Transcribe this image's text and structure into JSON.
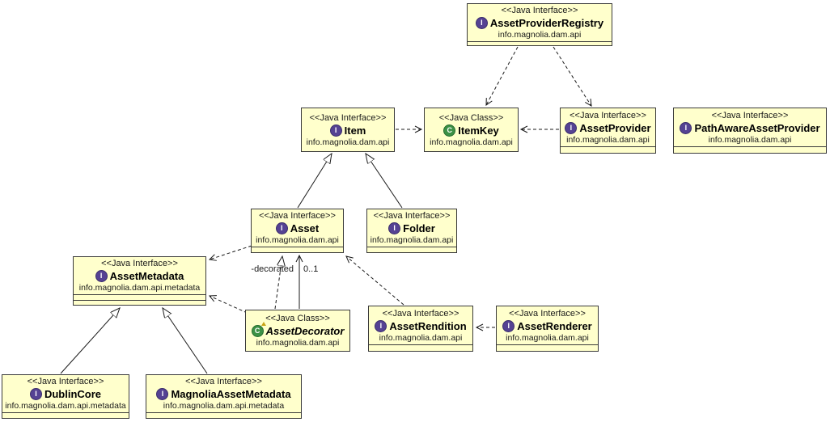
{
  "colors": {
    "canvas_bg": "#ffffff",
    "node_fill": "#ffffcc",
    "node_border": "#3a3a3a",
    "edge_color": "#1a1a1a",
    "interface_icon": "#554293",
    "class_icon": "#3c9146"
  },
  "edge_labels": {
    "decorated": "-decorated",
    "multiplicity": "0..1"
  },
  "nodes": {
    "assetProviderRegistry": {
      "stereotype": "<<Java Interface>>",
      "icon_letter": "I",
      "name": "AssetProviderRegistry",
      "package": "info.magnolia.dam.api"
    },
    "item": {
      "stereotype": "<<Java Interface>>",
      "icon_letter": "I",
      "name": "Item",
      "package": "info.magnolia.dam.api"
    },
    "itemKey": {
      "stereotype": "<<Java Class>>",
      "icon_letter": "C",
      "name": "ItemKey",
      "package": "info.magnolia.dam.api"
    },
    "assetProvider": {
      "stereotype": "<<Java Interface>>",
      "icon_letter": "I",
      "name": "AssetProvider",
      "package": "info.magnolia.dam.api"
    },
    "pathAwareAssetProvider": {
      "stereotype": "<<Java Interface>>",
      "icon_letter": "I",
      "name": "PathAwareAssetProvider",
      "package": "info.magnolia.dam.api"
    },
    "asset": {
      "stereotype": "<<Java Interface>>",
      "icon_letter": "I",
      "name": "Asset",
      "package": "info.magnolia.dam.api"
    },
    "folder": {
      "stereotype": "<<Java Interface>>",
      "icon_letter": "I",
      "name": "Folder",
      "package": "info.magnolia.dam.api"
    },
    "assetMetadata": {
      "stereotype": "<<Java Interface>>",
      "icon_letter": "I",
      "name": "AssetMetadata",
      "package": "info.magnolia.dam.api.metadata"
    },
    "assetDecorator": {
      "stereotype": "<<Java Class>>",
      "icon_letter": "C",
      "name": "AssetDecorator",
      "package": "info.magnolia.dam.api"
    },
    "assetRendition": {
      "stereotype": "<<Java Interface>>",
      "icon_letter": "I",
      "name": "AssetRendition",
      "package": "info.magnolia.dam.api"
    },
    "assetRenderer": {
      "stereotype": "<<Java Interface>>",
      "icon_letter": "I",
      "name": "AssetRenderer",
      "package": "info.magnolia.dam.api"
    },
    "dublinCore": {
      "stereotype": "<<Java Interface>>",
      "icon_letter": "I",
      "name": "DublinCore",
      "package": "info.magnolia.dam.api.metadata"
    },
    "magnoliaAssetMetadata": {
      "stereotype": "<<Java Interface>>",
      "icon_letter": "I",
      "name": "MagnoliaAssetMetadata",
      "package": "info.magnolia.dam.api.metadata"
    }
  },
  "edges": [
    {
      "from": "assetProviderRegistry",
      "to": "itemKey",
      "type": "dependency",
      "points": [
        [
          640,
          58
        ],
        [
          601,
          130
        ]
      ]
    },
    {
      "from": "assetProviderRegistry",
      "to": "assetProvider",
      "type": "dependency",
      "points": [
        [
          684,
          58
        ],
        [
          731,
          131
        ]
      ]
    },
    {
      "from": "item",
      "to": "itemKey",
      "type": "dependency",
      "points": [
        [
          489,
          160
        ],
        [
          521,
          160
        ]
      ]
    },
    {
      "from": "assetProvider",
      "to": "itemKey",
      "type": "dependency",
      "points": [
        [
          691,
          160
        ],
        [
          644,
          160
        ]
      ]
    },
    {
      "from": "asset",
      "to": "item",
      "type": "generalization",
      "points": [
        [
          368,
          257
        ],
        [
          410,
          190
        ]
      ]
    },
    {
      "from": "folder",
      "to": "item",
      "type": "generalization",
      "points": [
        [
          497,
          257
        ],
        [
          452,
          190
        ]
      ]
    },
    {
      "from": "assetDecorator",
      "to": "asset",
      "type": "realization",
      "points": [
        [
          340,
          382
        ],
        [
          349,
          317
        ]
      ]
    },
    {
      "from": "assetDecorator",
      "to": "asset",
      "type": "association",
      "points": [
        [
          370,
          382
        ],
        [
          370,
          316
        ]
      ]
    },
    {
      "from": "asset",
      "to": "assetMetadata",
      "type": "dependency",
      "points": [
        [
          311,
          304
        ],
        [
          259,
          321
        ]
      ]
    },
    {
      "from": "assetDecorator",
      "to": "assetMetadata",
      "type": "dependency",
      "points": [
        [
          312,
          390
        ],
        [
          259,
          366
        ]
      ]
    },
    {
      "from": "assetRendition",
      "to": "asset",
      "type": "dependency",
      "points": [
        [
          499,
          377
        ],
        [
          428,
          317
        ]
      ]
    },
    {
      "from": "assetRenderer",
      "to": "assetRendition",
      "type": "dependency",
      "points": [
        [
          612,
          405
        ],
        [
          589,
          405
        ]
      ]
    },
    {
      "from": "dublinCore",
      "to": "assetMetadata",
      "type": "generalization",
      "points": [
        [
          75,
          462
        ],
        [
          148,
          381
        ]
      ]
    },
    {
      "from": "magnoliaAssetMetadata",
      "to": "assetMetadata",
      "type": "generalization",
      "points": [
        [
          256,
          462
        ],
        [
          201,
          381
        ]
      ]
    }
  ]
}
